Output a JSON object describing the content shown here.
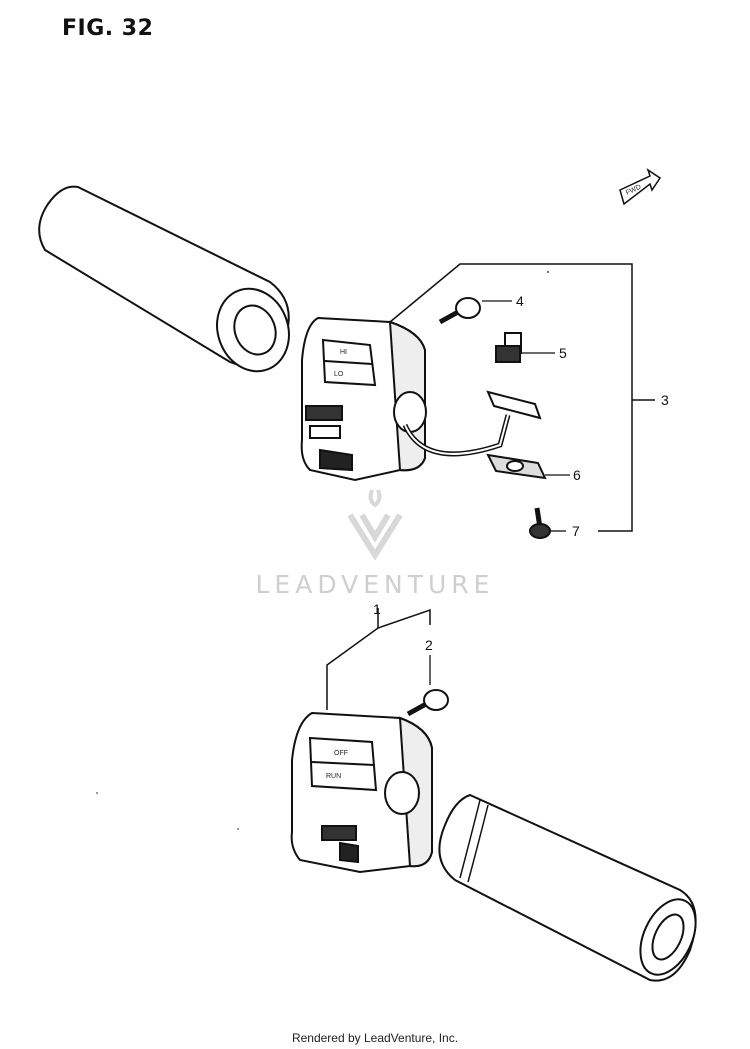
{
  "figure": {
    "title": "FIG. 32"
  },
  "callouts": {
    "c1": "1",
    "c2": "2",
    "c3": "3",
    "c4": "4",
    "c5": "5",
    "c6": "6",
    "c7": "7"
  },
  "switch_labels": {
    "hi": "HI",
    "lo": "LO",
    "off": "OFF",
    "run": "RUN",
    "fwd": "FWD"
  },
  "watermark": {
    "text": "LEADVENTURE"
  },
  "footer": {
    "text": "Rendered by LeadVenture, Inc."
  }
}
